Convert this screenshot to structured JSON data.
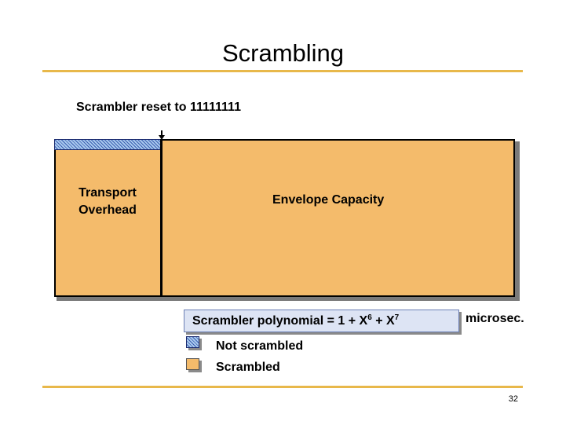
{
  "title": "Scrambling",
  "reset_label": "Scrambler reset to 11111111",
  "transport_overhead": {
    "line1": "Transport",
    "line2": "Overhead"
  },
  "envelope_capacity": "Envelope Capacity",
  "polynomial": {
    "prefix": "Scrambler polynomial = 1 + X",
    "exp1": "6",
    "mid": " + X",
    "exp2": "7"
  },
  "microsec": "microsec.",
  "legend": {
    "not_scrambled": "Not scrambled",
    "scrambled": "Scrambled"
  },
  "page_number": "32",
  "colors": {
    "accent_rule": "#e8b84a",
    "scrambled_fill": "#f4bb6b",
    "hatch_light": "#a9c9ee",
    "hatch_dark": "#3b5fb0",
    "polynomial_box": "#dde4f4"
  }
}
